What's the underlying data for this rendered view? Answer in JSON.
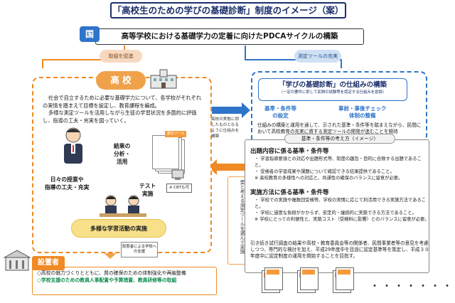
{
  "title": "「高校生のための学びの基礎診断」制度のイメージ（案）",
  "kuni": {
    "badge": "国",
    "text": "高等学校における基礎学力の定着に向けたPDCAサイクルの構築"
  },
  "arrows": {
    "left": "取組を促進",
    "right": "測定ツールの充実"
  },
  "koko": {
    "badge": "高 校",
    "para1": "社会で自立するために必要な基礎学力について、各学校がそれぞれの実情を踏まえて目標を設定し、教育課程を編成。",
    "para2": "多様な測定ツールを活用しながら生徒の学習状況を多面的に評価し、指導の工夫・充実を図っていく。",
    "kekka": [
      "結果の",
      "分析・",
      "活用"
    ],
    "hibi": [
      "日々の授業や",
      "指導の工夫・充実"
    ],
    "test": [
      "テスト",
      "実施"
    ],
    "cbt": "※ CBTも可",
    "tool_tag": "測定ツール",
    "oval": "多様な学習活動の実施"
  },
  "middle": {
    "note": "高校の実態に即したものとなるように仕組みを構築",
    "vertical": "各高校が、生徒の実情等を踏まえ、必要と考える測定ツールを選んで実施"
  },
  "right": {
    "header_main": "「学びの基礎診断」の仕組みの構築",
    "header_sub": "（一定の要件に即して民間の試験等を認定する仕組みを創設）",
    "kijun": [
      "基準・条件等",
      "の設定"
    ],
    "jizen": [
      "事前・事後チェック",
      "体制の整備"
    ],
    "desc": "仕組みの構築と運用を通して、示された基準・条件等を踏まえながら、民間において高校教育の充実に資する測定ツールの開発が進むことを期待",
    "kangaekata": "基準・条件等の考え方（イメージ）",
    "sec1_title": "出題内容に係る基準・条件等",
    "sec1_items": [
      "・ 学習指導要領との対応や出題形式等、制度の趣旨・目的に合致する出題であること。",
      "・ 受検者の学習成果や課題について確認できる結果提供であること。",
      "※ 高校教育の多様性への対応と、共通性の確保のバランスに留意が必要。"
    ],
    "sec2_title": "実施方法に係る基準・条件等",
    "sec2_items": [
      "・ 学校での実施や複数回受検等、学校の実情に応じて利活用できる実施方法であること。",
      "・ 学校に過度な負担がかからず、安定的・継続的に実施できる方法であること。",
      "※ 学校にとっての利便性と、実施コスト（受検料に影響）とのバランスに留意が必要。"
    ],
    "closing": "引き続き試行調査の結果や高校・教育委員会等の関係者、民間事業者等の意見を考慮しつつ、専門的な検討を加え、平成29年度中を目途に認定基準等を策定し、平成３０年度中に認定制度の運用を開始することを目指す。"
  },
  "setchi": {
    "badge": "設置者",
    "line1": "○高校の魅力づくりとともに、質の確保のための体制強化や再編整備",
    "line2": "○学校支援のための教員人事配置や予算措置、教員研修等の取組",
    "shien": "設置者による学校への支援"
  },
  "dots": "・・・・・・・",
  "colors": {
    "navy": "#1b2f6b",
    "orange": "#f08a24",
    "blue": "#2e74c9",
    "green": "#0b8a4a"
  }
}
